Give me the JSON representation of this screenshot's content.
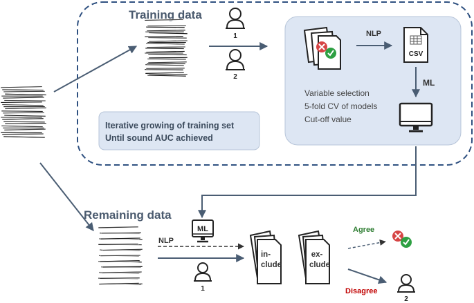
{
  "training": {
    "title": "Training data",
    "reviewer_1": "1",
    "reviewer_2": "2",
    "nlp_label": "NLP",
    "csv_label": "CSV",
    "ml_label": "ML",
    "model_steps": [
      "Variable selection",
      "5-fold CV of models",
      "Cut-off value"
    ],
    "iterative_text": [
      "Iterative growing of training set",
      "Until sound AUC achieved"
    ]
  },
  "remaining": {
    "title": "Remaining data",
    "ml_label": "ML",
    "nlp_label": "NLP",
    "reviewer_1": "1",
    "include_label": [
      "in-",
      "clude"
    ],
    "exclude_label": [
      "ex-",
      "clude"
    ],
    "agree_label": "Agree",
    "disagree_label": "Disagree",
    "reviewer_2": "2"
  },
  "colors": {
    "dashed_border": "#2e5080",
    "panel_fill": "#dde6f3",
    "arrow": "#4a5d73",
    "title_text": "#4a5a6e",
    "agree": "#2e7d32",
    "disagree": "#c00000",
    "red_icon": "#d64545",
    "green_icon": "#2ea043"
  },
  "icons": [
    "document-stack-icon",
    "person-icon",
    "documents-check-icon",
    "csv-file-icon",
    "monitor-icon",
    "document-icon"
  ]
}
